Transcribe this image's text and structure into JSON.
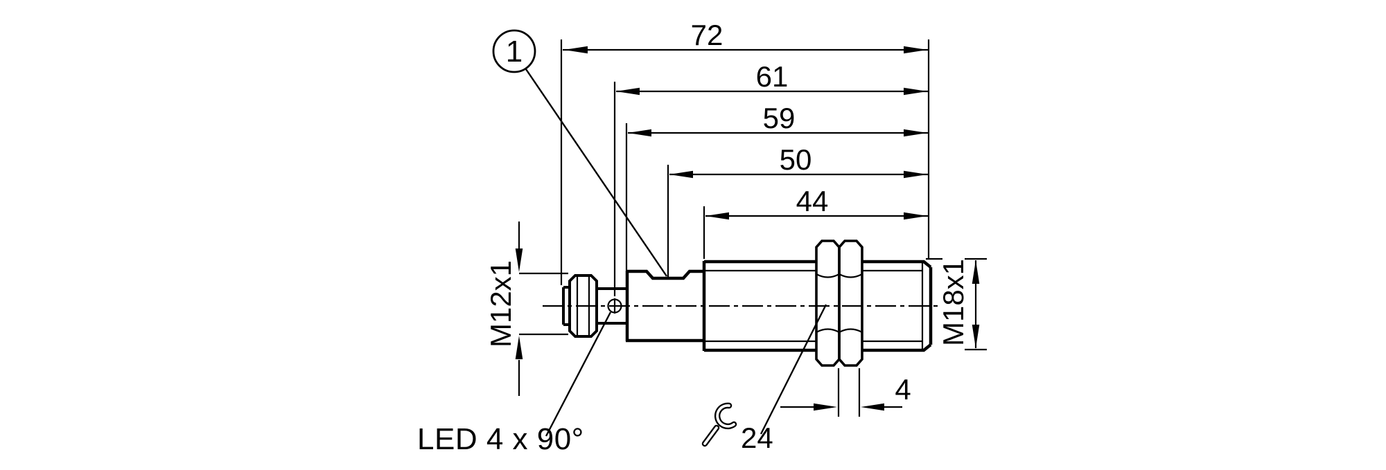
{
  "diagram": {
    "background": "#ffffff",
    "line_color": "#000000",
    "callout_1": "1",
    "horizontal_dims": [
      "72",
      "61",
      "59",
      "50",
      "44"
    ],
    "connector_thread": "M12x1",
    "barrel_thread": "M18x1",
    "nut_thickness": "4",
    "wrench_size": "24",
    "led_label": "LED 4 x 90°"
  }
}
